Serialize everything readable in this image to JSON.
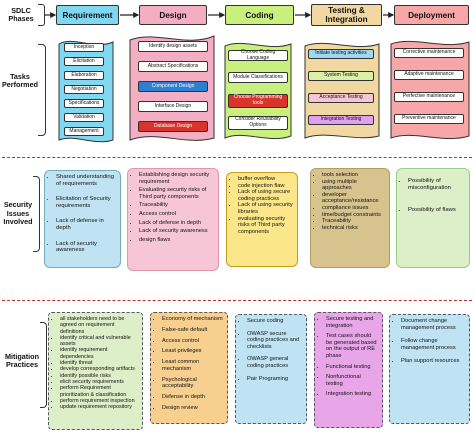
{
  "labels": {
    "sdlc": "SDLC Phases",
    "tasks": "Tasks Performed",
    "security": "Security Issues Involved",
    "mitigation": "Mitigation Practices"
  },
  "phases": [
    {
      "name": "Requirement",
      "color": "#7fd8f0"
    },
    {
      "name": "Design",
      "color": "#f3aec4"
    },
    {
      "name": "Coding",
      "color": "#c9ef7d"
    },
    {
      "name": "Testing & Integration",
      "color": "#f1d8a2"
    },
    {
      "name": "Deployment",
      "color": "#f7a7a7"
    }
  ],
  "tasks": {
    "requirement": [
      "Inception",
      "Elicitation",
      "Elaboration",
      "Negotiation",
      "Specifications",
      "Validation",
      "Management"
    ],
    "design": [
      "Identify design assets",
      "Abstract Specifications",
      "Component Design",
      "Interface Design",
      "Database Design"
    ],
    "coding": [
      "Choose Coding Language",
      "Module Classifications",
      "Choose Programming tools",
      "Consider Reusability Options"
    ],
    "testing": [
      "Initiate testing activities",
      "System Testing",
      "Acceptance Testing",
      "Integration Testing"
    ],
    "deployment": [
      "Corrective maintenance",
      "Adaptive maintenance",
      "Perfective maintenance",
      "Preventive maintenance"
    ]
  },
  "security": {
    "requirement": [
      "Shared understanding of requirements",
      "Elicitation of Security requirements",
      "Lack of defense in depth",
      "Lack of security awareness"
    ],
    "design": [
      "Establishing design security requirement",
      "Evaluating security risks of Third party components",
      "Traceability",
      "Access control",
      "Lack of defense in depth",
      "Lack of security awareness",
      "design flaws"
    ],
    "coding": [
      "buffer overflow",
      "code injection flaw",
      "Lack of using secure coding practices",
      "Lack of using security libraries",
      "evaluating security risks of Third party components"
    ],
    "testing": [
      "tools selection",
      "using multiple approaches",
      "developer acceptance/resistance",
      "compliance issues",
      "time/budget constraints",
      "Traceability",
      "technical risks"
    ],
    "deployment": [
      "Possibility of misconfiguration",
      "Possibility of flaws"
    ]
  },
  "mitigation": {
    "requirement": [
      "all stakeholders need to be agreed on requirement definitions",
      "identify critical and vulnerable assets",
      "identify requirement dependencies",
      "identify threat",
      "develop corresponding artifacts",
      "identify possible risks",
      "elicit security requirements",
      "perform Requirement prioritization & classification",
      "perform requirement inspection",
      "update requirement repository"
    ],
    "design": [
      "Economy of mechanism",
      "False-safe default",
      "Access control",
      "Least privileges",
      "Least common mechanism",
      "Psychological acceptability",
      "Defense in depth",
      "Design review"
    ],
    "coding": [
      "Secure coding",
      "OWASP secure coding practices and checklists",
      "OWASP general coding practices",
      "Pair Programing"
    ],
    "testing": [
      "Secure testing and integration",
      "Test cases should be generated based on the output of RE phase",
      "Functional testing",
      "Nonfunctional testing",
      "Integration testing"
    ],
    "deployment": [
      "Document change management process",
      "Follow change management process",
      "Plan support resources"
    ]
  }
}
